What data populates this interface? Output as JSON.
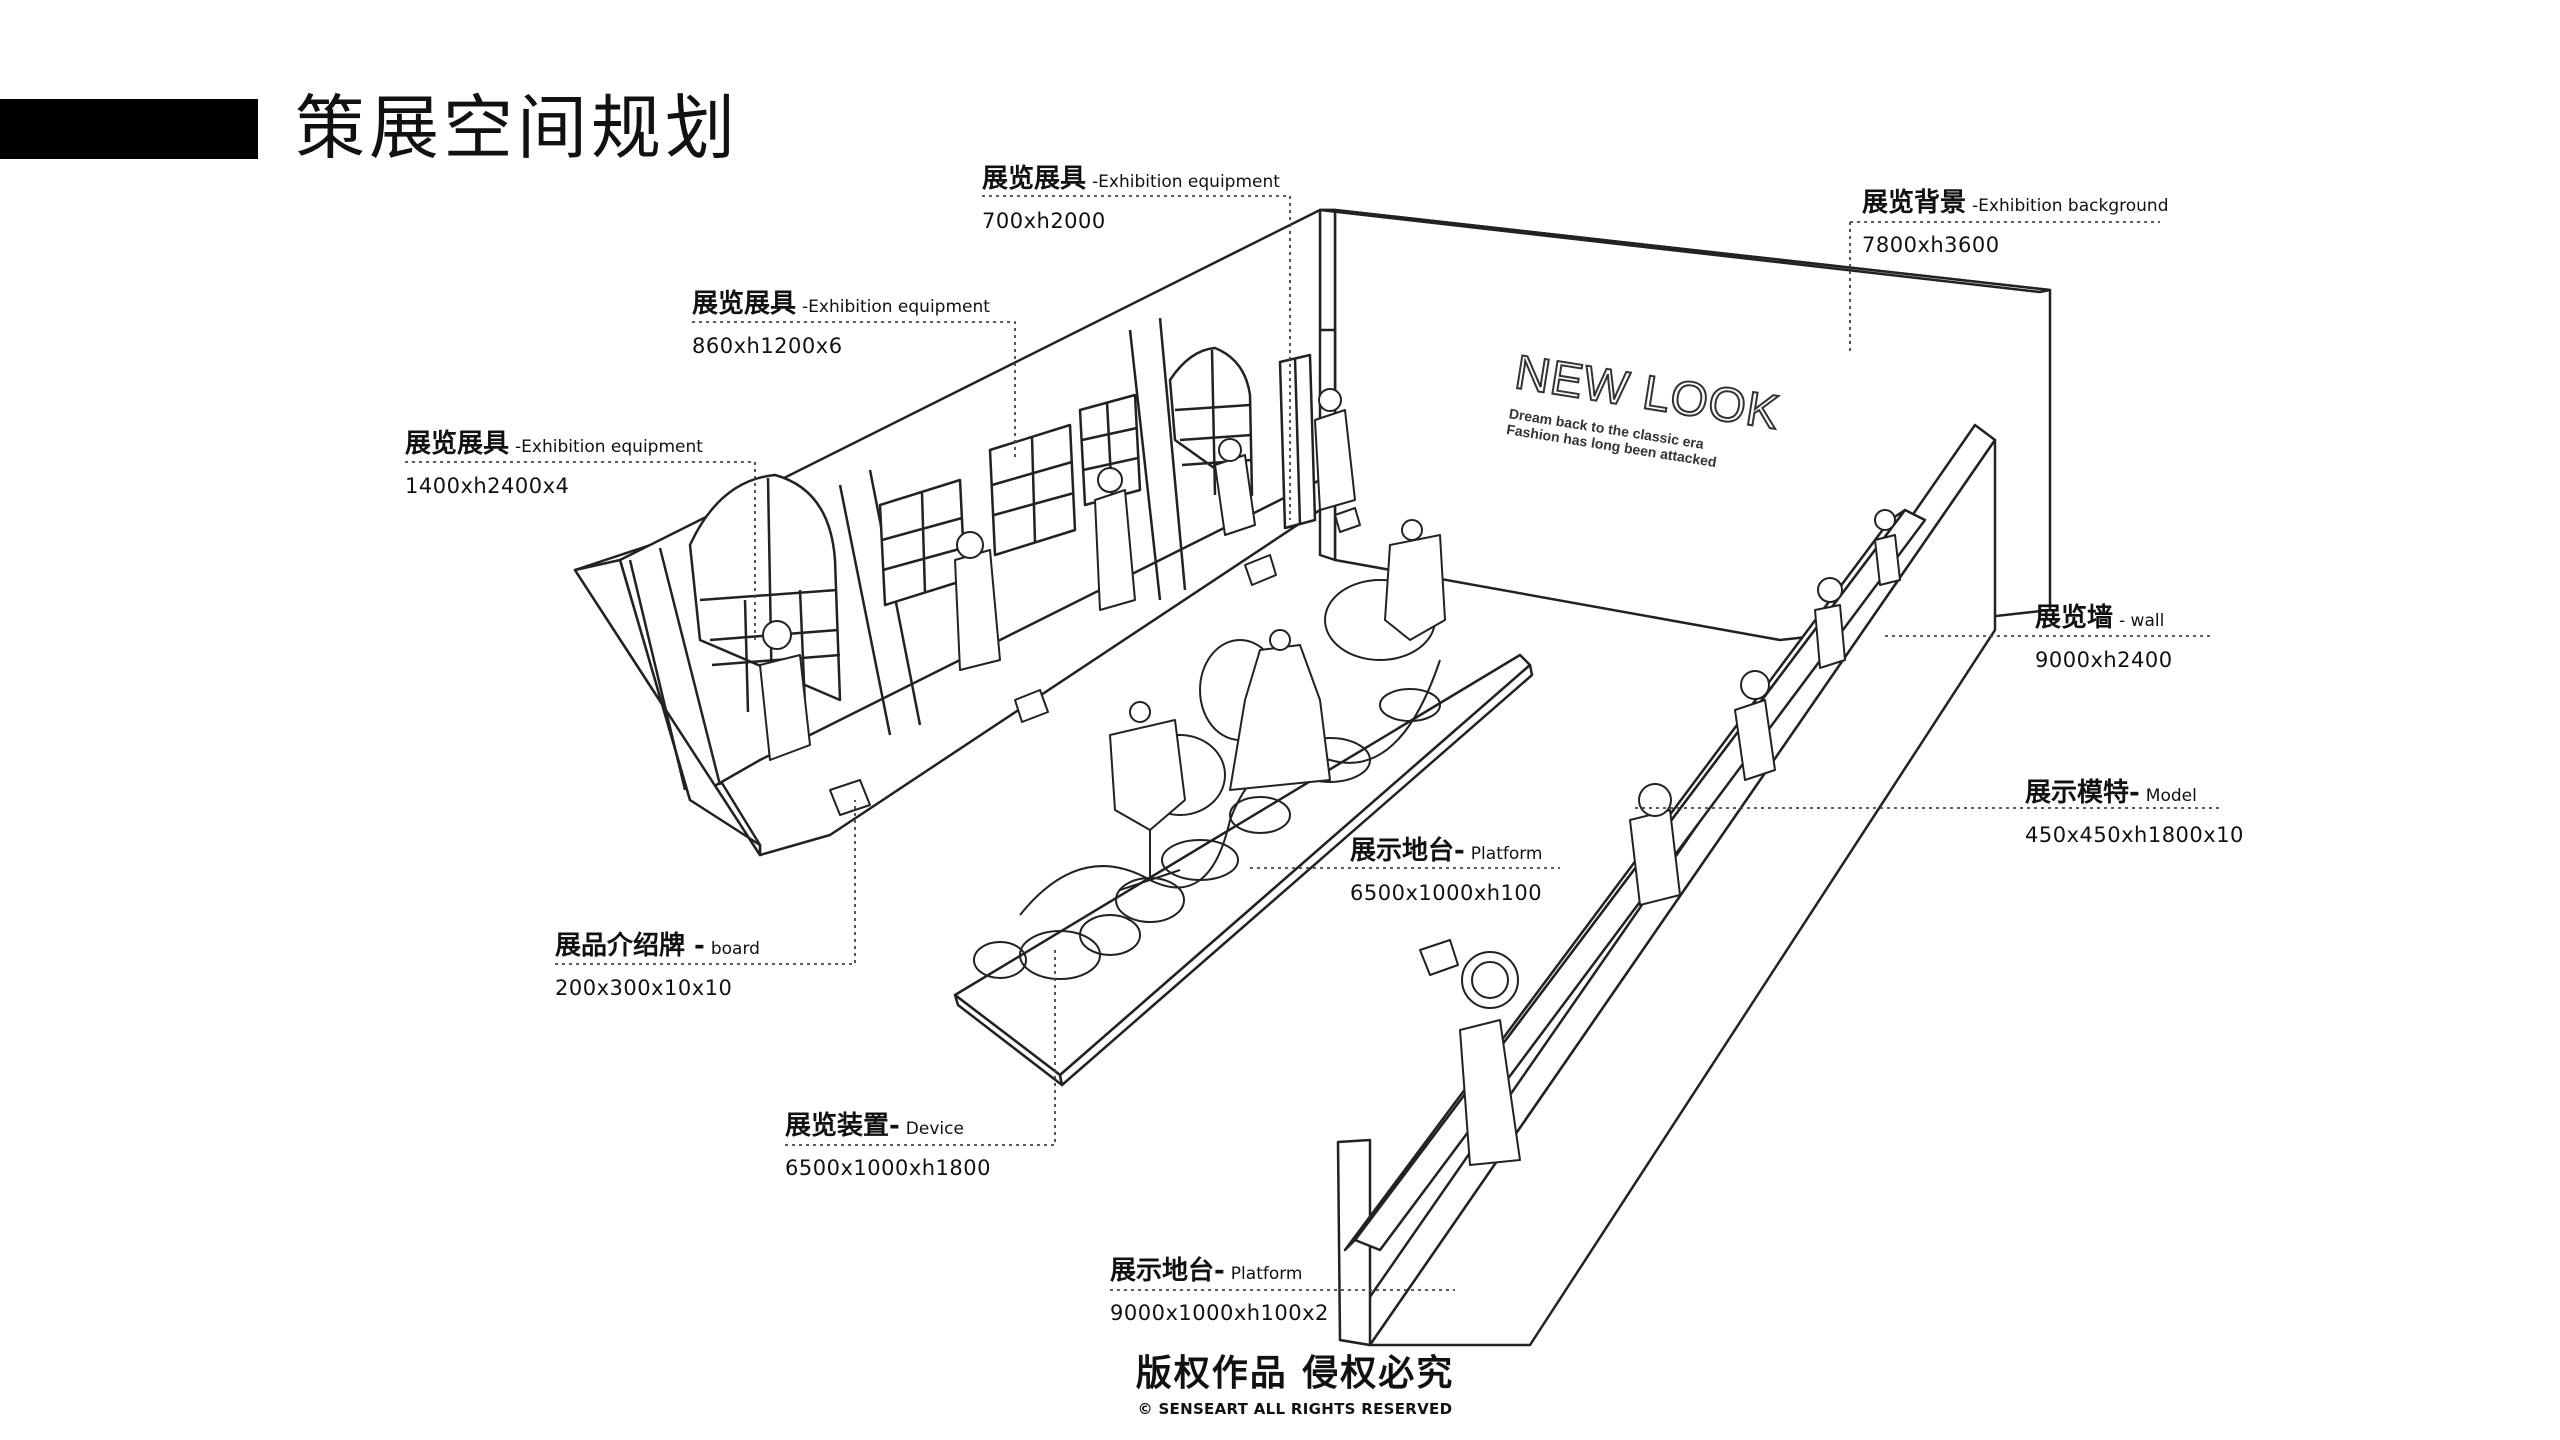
{
  "page": {
    "title": "策展空间规划"
  },
  "backdrop": {
    "headline": "NEW LOOK",
    "tagline_1": "Dream back to the classic era",
    "tagline_2": "Fashion has long been attacked"
  },
  "callouts": [
    {
      "id": "equip-700",
      "main": "展览展具",
      "sub": "-Exhibition equipment",
      "dim": "700xh2000"
    },
    {
      "id": "equip-860",
      "main": "展览展具",
      "sub": "-Exhibition equipment",
      "dim": "860xh1200x6"
    },
    {
      "id": "equip-1400",
      "main": "展览展具",
      "sub": "-Exhibition equipment",
      "dim": "1400xh2400x4"
    },
    {
      "id": "background",
      "main": "展览背景",
      "sub": "-Exhibition background",
      "dim": "7800xh3600"
    },
    {
      "id": "wall",
      "main": "展览墙",
      "sub": "- wall",
      "dim": "9000xh2400"
    },
    {
      "id": "model",
      "main": "展示模特-",
      "sub": "Model",
      "dim": "450x450xh1800x10"
    },
    {
      "id": "platform-center",
      "main": "展示地台-",
      "sub": "Platform",
      "dim": "6500x1000xh100"
    },
    {
      "id": "board",
      "main": "展品介绍牌 -",
      "sub": "board",
      "dim": "200x300x10x10"
    },
    {
      "id": "device",
      "main": "展览装置-",
      "sub": "Device",
      "dim": "6500x1000xh1800"
    },
    {
      "id": "platform-front",
      "main": "展示地台-",
      "sub": "Platform",
      "dim": "9000x1000xh100x2"
    }
  ],
  "footer": {
    "copyright_cn": "版权作品 侵权必究",
    "copyright_en": "© SENSEART ALL RIGHTS RESERVED"
  }
}
